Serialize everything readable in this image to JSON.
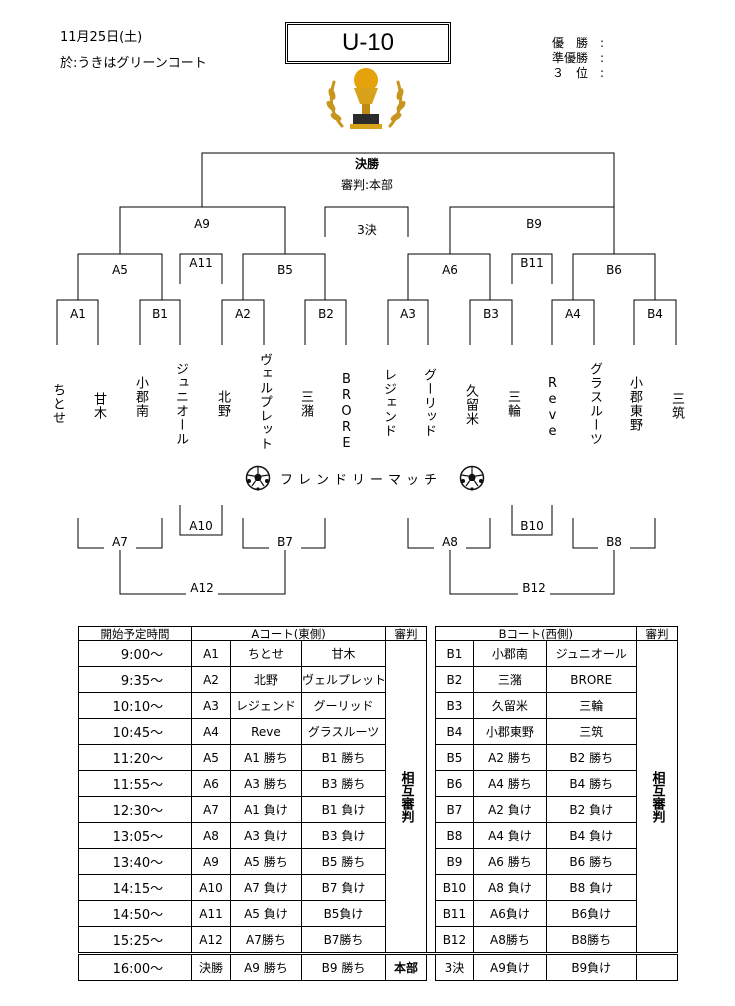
{
  "header": {
    "date": "11月25日(土)",
    "venue": "於:うきはグリーンコート",
    "title": "U-10",
    "results": [
      "優　勝　:",
      "準優勝　:",
      "３　位　:"
    ]
  },
  "bracket": {
    "final_label": "決勝",
    "final_ref": "審判:本部",
    "third_label": "3決",
    "nodes": {
      "A9": "A9",
      "B9": "B9",
      "A5": "A5",
      "A11": "A11",
      "B5": "B5",
      "A6": "A6",
      "B11": "B11",
      "B6": "B6",
      "A1": "A1",
      "B1": "B1",
      "A2": "A2",
      "B2": "B2",
      "A3": "A3",
      "B3": "B3",
      "A4": "A4",
      "B4": "B4",
      "A10": "A10",
      "B10": "B10",
      "A7": "A7",
      "B7": "B7",
      "A8": "A8",
      "B8": "B8",
      "A12": "A12",
      "B12": "B12"
    },
    "teams": [
      "ちとせ",
      "甘木",
      "小郡南",
      "ジュニオール",
      "北野",
      "ヴェルプレット",
      "三潴",
      "BRORE",
      "レジェンド",
      "グーリッド",
      "久留米",
      "三輪",
      "Reve",
      "グラスルーツ",
      "小郡東野",
      "三筑"
    ],
    "friendly_label": "フレンドリーマッチ"
  },
  "schedule": {
    "headers": {
      "time": "開始予定時間",
      "courtA": "Aコート(東側)",
      "refA": "審判",
      "courtB": "Bコート(西側)",
      "refB": "審判"
    },
    "mutual_ref": "相互審判",
    "final_ref": "本部",
    "rows": [
      {
        "time": "9:00～",
        "a": [
          "A1",
          "ちとせ",
          "甘木"
        ],
        "b": [
          "B1",
          "小郡南",
          "ジュニオール"
        ]
      },
      {
        "time": "9:35～",
        "a": [
          "A2",
          "北野",
          "ヴェルプレット"
        ],
        "b": [
          "B2",
          "三潴",
          "BRORE"
        ]
      },
      {
        "time": "10:10～",
        "a": [
          "A3",
          "レジェンド",
          "グーリッド"
        ],
        "b": [
          "B3",
          "久留米",
          "三輪"
        ]
      },
      {
        "time": "10:45～",
        "a": [
          "A4",
          "Reve",
          "グラスルーツ"
        ],
        "b": [
          "B4",
          "小郡東野",
          "三筑"
        ]
      },
      {
        "time": "11:20～",
        "a": [
          "A5",
          "A1 勝ち",
          "B1 勝ち"
        ],
        "b": [
          "B5",
          "A2 勝ち",
          "B2 勝ち"
        ]
      },
      {
        "time": "11:55～",
        "a": [
          "A6",
          "A3 勝ち",
          "B3 勝ち"
        ],
        "b": [
          "B6",
          "A4 勝ち",
          "B4 勝ち"
        ]
      },
      {
        "time": "12:30～",
        "a": [
          "A7",
          "A1 負け",
          "B1 負け"
        ],
        "b": [
          "B7",
          "A2 負け",
          "B2 負け"
        ]
      },
      {
        "time": "13:05～",
        "a": [
          "A8",
          "A3 負け",
          "B3 負け"
        ],
        "b": [
          "B8",
          "A4 負け",
          "B4 負け"
        ]
      },
      {
        "time": "13:40～",
        "a": [
          "A9",
          "A5 勝ち",
          "B5 勝ち"
        ],
        "b": [
          "B9",
          "A6 勝ち",
          "B6 勝ち"
        ]
      },
      {
        "time": "14:15～",
        "a": [
          "A10",
          "A7 負け",
          "B7 負け"
        ],
        "b": [
          "B10",
          "A8 負け",
          "B8 負け"
        ]
      },
      {
        "time": "14:50～",
        "a": [
          "A11",
          "A5 負け",
          "B5負け"
        ],
        "b": [
          "B11",
          "A6負け",
          "B6負け"
        ]
      },
      {
        "time": "15:25～",
        "a": [
          "A12",
          "A7勝ち",
          "B7勝ち"
        ],
        "b": [
          "B12",
          "A8勝ち",
          "B8勝ち"
        ]
      }
    ],
    "final_row": {
      "time": "16:00～",
      "a": [
        "決勝",
        "A9 勝ち",
        "B9 勝ち"
      ],
      "b": [
        "3決",
        "A9負け",
        "B9負け"
      ]
    }
  },
  "colors": {
    "trophy_gold": "#d9a21b",
    "laurel": "#c8961e",
    "ball": "#111111"
  }
}
